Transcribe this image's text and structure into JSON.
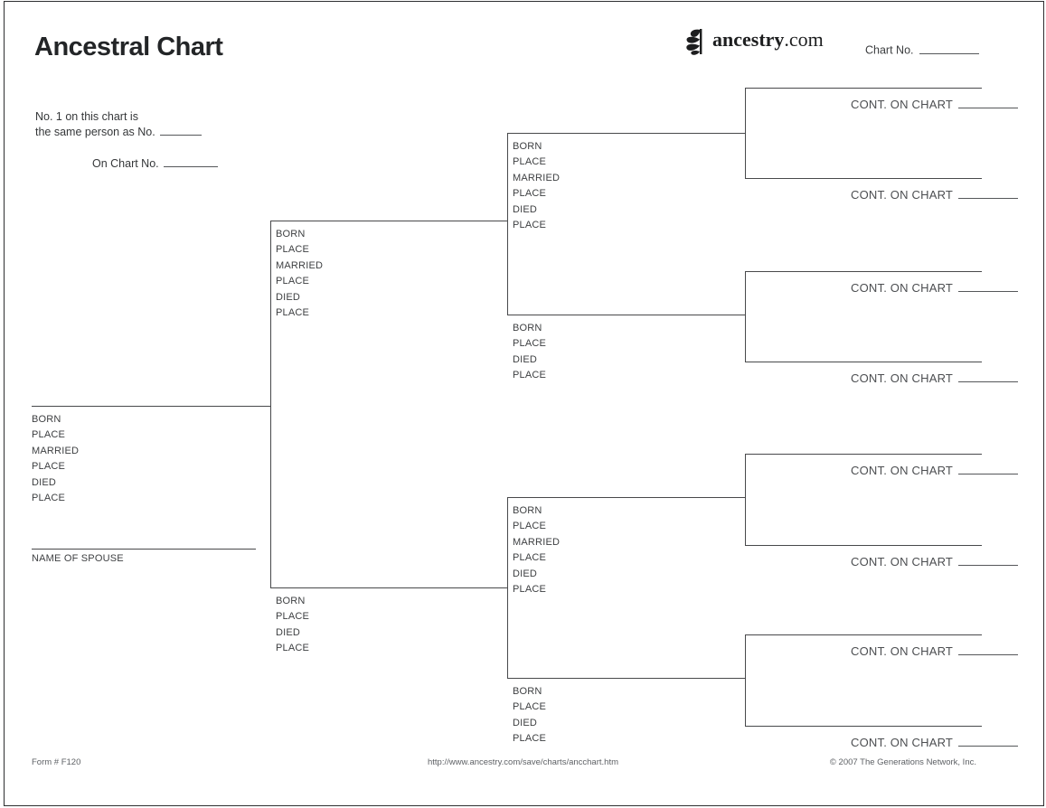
{
  "header": {
    "title": "Ancestral Chart",
    "logo": {
      "icon": "ancestry-leaf-icon",
      "brand": "ancestry",
      "suffix": ".com"
    },
    "chart_no_label": "Chart No."
  },
  "reference": {
    "line1": "No. 1 on this chart is",
    "line2": "the same person as No.",
    "line3": "On Chart No."
  },
  "tree": {
    "person1": {
      "fields": [
        "BORN",
        "PLACE",
        "MARRIED",
        "PLACE",
        "DIED",
        "PLACE"
      ]
    },
    "spouse_label": "NAME OF SPOUSE",
    "father": {
      "fields": [
        "BORN",
        "PLACE",
        "MARRIED",
        "PLACE",
        "DIED",
        "PLACE"
      ]
    },
    "mother": {
      "fields": [
        "BORN",
        "PLACE",
        "DIED",
        "PLACE"
      ]
    },
    "paternal_grandfather": {
      "fields": [
        "BORN",
        "PLACE",
        "MARRIED",
        "PLACE",
        "DIED",
        "PLACE"
      ]
    },
    "paternal_grandmother": {
      "fields": [
        "BORN",
        "PLACE",
        "DIED",
        "PLACE"
      ]
    },
    "maternal_grandfather": {
      "fields": [
        "BORN",
        "PLACE",
        "MARRIED",
        "PLACE",
        "DIED",
        "PLACE"
      ]
    },
    "maternal_grandmother": {
      "fields": [
        "BORN",
        "PLACE",
        "DIED",
        "PLACE"
      ]
    },
    "cont_label": "CONT. ON CHART"
  },
  "footer": {
    "form_number": "Form # F120",
    "url": "http://www.ancestry.com/save/charts/ancchart.htm",
    "copyright": "© 2007 The Generations Network, Inc."
  }
}
